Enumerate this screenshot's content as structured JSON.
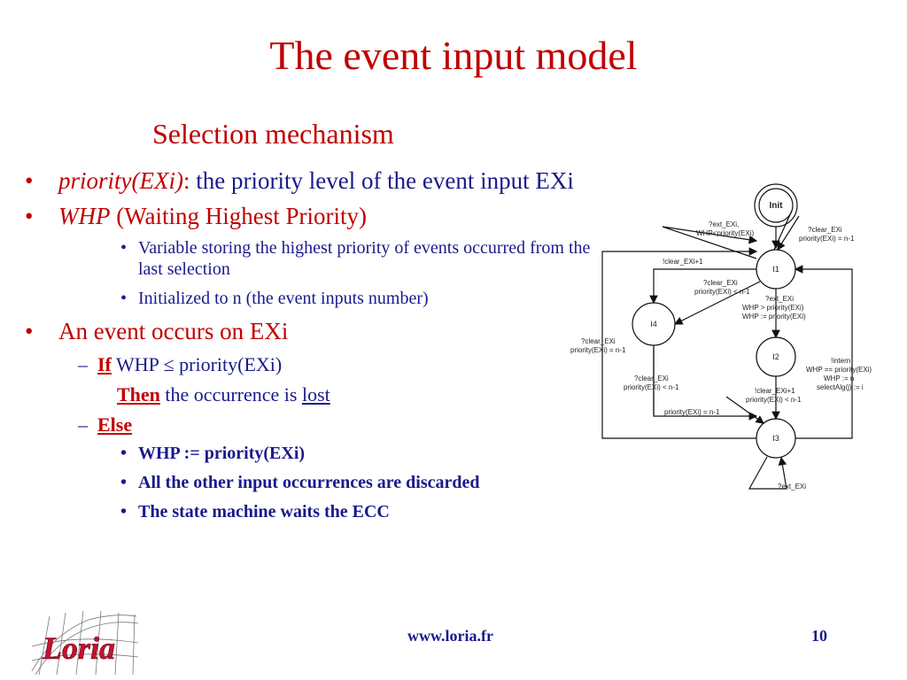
{
  "slide": {
    "title": "The event input model",
    "subtitle": "Selection mechanism"
  },
  "bullets": {
    "b1_term": "priority(EXi)",
    "b1_colon": ":",
    "b1_text": " the priority level of the event input EXi",
    "b2_term": "WHP",
    "b2_text": " (Waiting Highest Priority)",
    "b2_sub1": "Variable storing the highest priority of events occurred from the last selection",
    "b2_sub2": "Initialized to n (the event inputs number)",
    "b3_text": "An event occurs on EXi",
    "b3_if_kw": "If",
    "b3_if_text": " WHP ≤ priority(EXi)",
    "b3_then_kw": "Then",
    "b3_then_text": " the occurrence is ",
    "b3_then_lost": "lost",
    "b3_else_kw": "Else",
    "b3_else_sub1": "WHP := priority(EXi)",
    "b3_else_sub2": "All the other input occurrences are discarded",
    "b3_else_sub3": "The state machine waits the ECC"
  },
  "bullet_glyphs": {
    "dot": "•",
    "dash": "–"
  },
  "diagram": {
    "states": {
      "init": "Init",
      "s1": "I1",
      "s2": "I2",
      "s3": "I3",
      "s4": "I4"
    },
    "labels": {
      "t_ext_exi_1": "?ext_EXi,",
      "t_ext_exi_2": "WHP<priority(EXi)",
      "t_clear_init_1": "?clear_EXi",
      "t_clear_init_2": "priority(EXi) = n-1",
      "t_clear_plus1_a": "!clear_EXi+1",
      "t_clear_lt_1": "?clear_EXi",
      "t_clear_lt_2": "priority(EXi) < n-1",
      "t_ext_gt_1": "?ext_EXi",
      "t_ext_gt_2": "WHP > priority(EXi)",
      "t_ext_gt_3": "WHP := priority(EXi)",
      "t_i4_1": "?clear_EXi",
      "t_i4_2": "priority(EXi) = n-1",
      "t_intern_1": "!intern",
      "t_intern_2": "WHP  == priority(EXi)",
      "t_intern_3": "WHP := n",
      "t_intern_4": "selectAlg(j) := i",
      "t_mid_1": "?clear_EXi",
      "t_mid_2": "priority(EXi) < n-1",
      "t_clear_plus1_b1": "!clear_EXi+1",
      "t_clear_plus1_b2": "priority(EXi) < n-1",
      "t_prio_eq": "priority(EXi) = n-1",
      "t_ext_self": "?ext_EXi"
    }
  },
  "footer": {
    "url": "www.loria.fr",
    "page": "10"
  },
  "logo": {
    "text": "Loria",
    "colors": {
      "red": "#c8102e",
      "yellow": "#f2b705"
    }
  }
}
